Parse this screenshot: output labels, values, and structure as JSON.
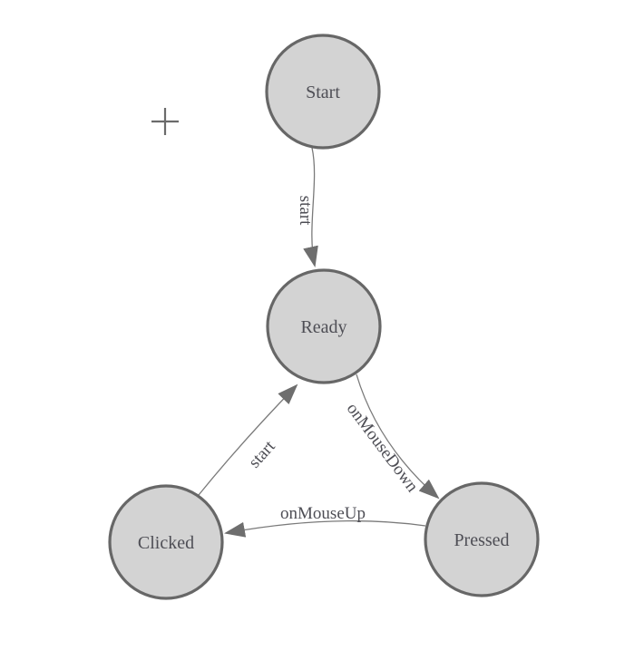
{
  "diagram": {
    "type": "state-machine",
    "states": [
      {
        "id": "start",
        "label": "Start"
      },
      {
        "id": "ready",
        "label": "Ready"
      },
      {
        "id": "clicked",
        "label": "Clicked"
      },
      {
        "id": "pressed",
        "label": "Pressed"
      }
    ],
    "transitions": [
      {
        "from": "Start",
        "to": "Ready",
        "label": "start"
      },
      {
        "from": "Ready",
        "to": "Pressed",
        "label": "onMouseDown"
      },
      {
        "from": "Pressed",
        "to": "Clicked",
        "label": "onMouseUp"
      },
      {
        "from": "Clicked",
        "to": "Ready",
        "label": "start"
      }
    ],
    "cursor": {
      "shape": "crosshair"
    },
    "colors": {
      "background": "#ffffff",
      "node_fill": "#d3d3d3",
      "node_border": "#676767",
      "edge_line": "#7a7a7a",
      "arrowhead": "#6e6e6e",
      "text": "#4e4e55",
      "crosshair": "#6b6b6b"
    }
  }
}
